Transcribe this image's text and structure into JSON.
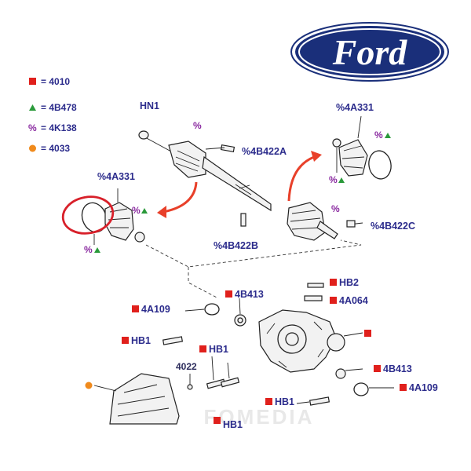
{
  "logo": {
    "text": "Ford",
    "color": "#1a2f7a"
  },
  "legend": [
    {
      "marker": "red-square",
      "color": "#e0201c",
      "text": "= 4010"
    },
    {
      "marker": "green-triangle",
      "color": "#2a9a3a",
      "text": "= 4B478"
    },
    {
      "marker": "purple-percent",
      "color": "#8a2aa0",
      "text": "= 4K138"
    },
    {
      "marker": "orange-circle",
      "color": "#f08a1c",
      "text": "= 4033"
    }
  ],
  "labels": {
    "hn1": "HN1",
    "pct_top": "%",
    "b422a": "%4B422A",
    "a331_right": "%4A331",
    "a331_left": "%4A331",
    "pct_left_group": "%",
    "pct_left_bottom": "%",
    "b422b": "%4B422B",
    "pct_right_joint": "%",
    "b422c": "%4B422C",
    "hb2": "HB2",
    "b413_top": "4B413",
    "a064": "4A064",
    "a109_left": "4A109",
    "hb1_left": "HB1",
    "hb1_mid": "HB1",
    "n4022": "4022",
    "b413_right": "4B413",
    "a109_right": "4A109",
    "hb1_bottom": "HB1",
    "hb1_cut": "HB1",
    "pct_right_group": "%",
    "pct_right_bottom": "%"
  },
  "watermark": "FOMEDIA"
}
